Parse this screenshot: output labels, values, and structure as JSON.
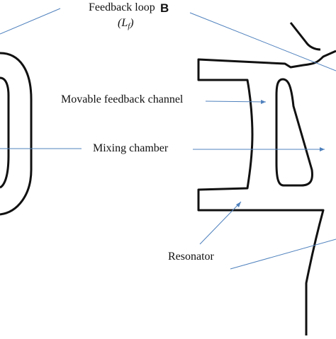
{
  "labels": {
    "feedback_loop": "Feedback loop",
    "panel_letter": "B",
    "feedback_symbol": "L",
    "feedback_symbol_sub": "f",
    "movable_feedback_channel": "Movable feedback channel",
    "mixing_chamber": "Mixing chamber",
    "resonator": "Resonator"
  },
  "colors": {
    "outline": "#111111",
    "leader_line": "#4f81bd",
    "background": "#ffffff"
  }
}
